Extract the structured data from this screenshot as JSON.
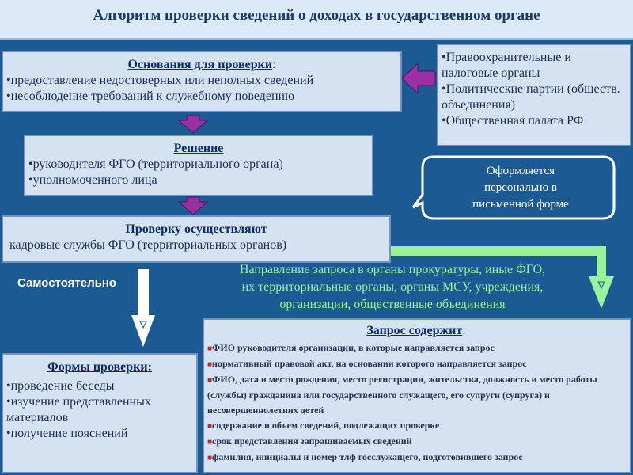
{
  "title": "Алгоритм проверки сведений о доходах в государственном органе",
  "grounds": {
    "heading": "Основания для проверки",
    "items": [
      "предоставление недостоверных или неполных сведений",
      "несоблюдение требований к служебному поведению"
    ]
  },
  "sources": {
    "items": [
      "Правоохранительные и налоговые органы",
      "Политические партии (обществ. объединения)",
      "Общественная палата РФ"
    ]
  },
  "decision": {
    "heading": "Решение",
    "items": [
      "руководителя ФГО (территориального органа)",
      "уполномоченного лица"
    ]
  },
  "callout": {
    "lines": [
      "Оформляется",
      "персонально в",
      "письменной форме"
    ]
  },
  "performers": {
    "heading": "Проверку осуществляют",
    "text": "кадровые службы ФГО (территориальных органов)"
  },
  "independent_label": "Самостоятельно",
  "request_direction": {
    "lines": [
      "Направление запроса в органы прокуратуры, иные ФГО,",
      "их территориальные органы, органы МСУ, учреждения,",
      "организации, общественные объединения"
    ]
  },
  "forms": {
    "heading": "Формы проверки:",
    "items": [
      "проведение беседы",
      "изучение представленных материалов",
      "получение пояснений"
    ]
  },
  "request_content": {
    "heading": "Запрос содержит",
    "items": [
      "ФИО руководителя организации, в которые направляется запрос",
      "нормативный правовой акт, на основании которого направляется запрос",
      "ФИО, дата и место рождения, место регистрации, жительства, должность и место работы (службы) гражданина или государственного служащего, его супруги (супруга) и несовершеннолетних детей",
      "содержание и объем сведений, подлежащих проверке",
      "срок представления запрашиваемых сведений",
      "фамилия, инициалы и номер тлф госслужащего, подготовившего запрос"
    ]
  },
  "colors": {
    "background": "#1b5a93",
    "box": "#d4e2f1",
    "arrow_purple": "#9b2fa6",
    "arrow_green": "#9af29a"
  }
}
